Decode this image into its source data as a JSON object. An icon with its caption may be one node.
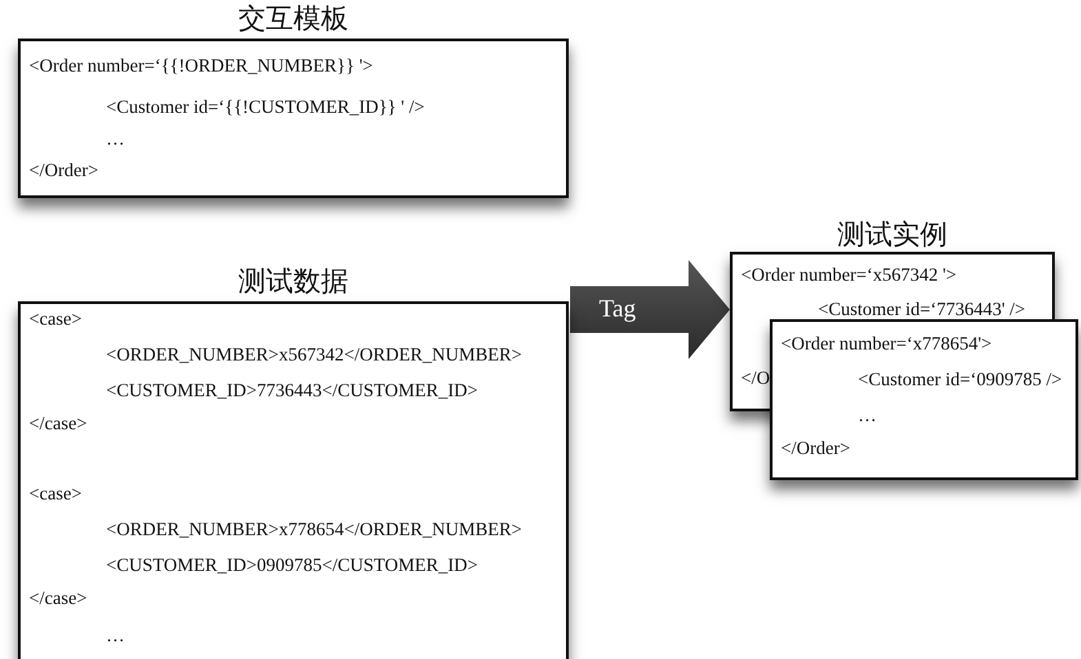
{
  "diagram": {
    "nodes": [
      {
        "text": [
          "交互模板",
          "<Order number=‘{{!ORDER_NUMBER}} '>",
          "<Customer id=‘{{!CUSTOMER_ID}} ' />",
          "…",
          "</Order>"
        ]
      },
      {
        "text": [
          "测试数据",
          "<case>",
          "<ORDER_NUMBER>x567342</ORDER_NUMBER>",
          "<CUSTOMER_ID>7736443</CUSTOMER_ID>",
          "</case>",
          "<case>",
          "<ORDER_NUMBER>x778654</ORDER_NUMBER>",
          "<CUSTOMER_ID>0909785</CUSTOMER_ID>",
          "</case>",
          "…"
        ]
      },
      {
        "text": [
          "测试实例",
          "<Order number=‘x567342 '>",
          "<Customer id=‘7736443' />",
          "</O"
        ]
      },
      {
        "text": [
          "<Order number=‘x778654'>",
          "<Customer id=‘0909785 />",
          "…",
          "</Order>"
        ]
      }
    ],
    "edges": [
      {
        "from": 1,
        "to": 2,
        "arrow": "to",
        "label": "Tag",
        "style": "thick"
      }
    ]
  }
}
